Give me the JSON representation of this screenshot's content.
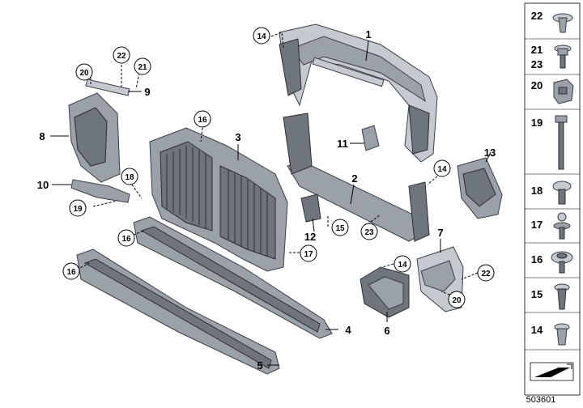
{
  "diagram": {
    "callouts": [
      {
        "id": "1",
        "label": "1"
      },
      {
        "id": "2",
        "label": "2"
      },
      {
        "id": "3",
        "label": "3"
      },
      {
        "id": "4",
        "label": "4"
      },
      {
        "id": "5",
        "label": "5"
      },
      {
        "id": "6",
        "label": "6"
      },
      {
        "id": "7",
        "label": "7"
      },
      {
        "id": "8",
        "label": "8"
      },
      {
        "id": "9",
        "label": "9"
      },
      {
        "id": "10",
        "label": "10"
      },
      {
        "id": "11",
        "label": "11"
      },
      {
        "id": "12",
        "label": "12"
      },
      {
        "id": "13",
        "label": "13"
      }
    ],
    "circled": [
      {
        "label": "14"
      },
      {
        "label": "22"
      },
      {
        "label": "21"
      },
      {
        "label": "20"
      },
      {
        "label": "16"
      },
      {
        "label": "18"
      },
      {
        "label": "19"
      },
      {
        "label": "16"
      },
      {
        "label": "16"
      },
      {
        "label": "15"
      },
      {
        "label": "17"
      },
      {
        "label": "23"
      },
      {
        "label": "14"
      },
      {
        "label": "14"
      },
      {
        "label": "22"
      },
      {
        "label": "20"
      }
    ],
    "legend": [
      {
        "label": "22"
      },
      {
        "label": "21"
      },
      {
        "label": "23"
      },
      {
        "label": "20"
      },
      {
        "label": "19"
      },
      {
        "label": "18"
      },
      {
        "label": "17"
      },
      {
        "label": "16"
      },
      {
        "label": "15"
      },
      {
        "label": "14"
      }
    ],
    "drawing_number": "503601"
  }
}
